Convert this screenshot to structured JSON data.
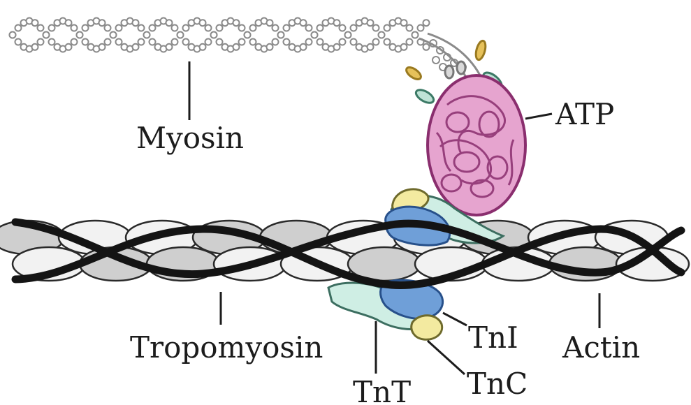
{
  "labels": {
    "myosin": "Myosin",
    "atp": "ATP",
    "tropomyosin": "Tropomyosin",
    "tnt": "TnT",
    "tni": "TnI",
    "tnc": "TnC",
    "actin": "Actin"
  },
  "colors": {
    "background": "#ffffff",
    "strand": "#141414",
    "myosin_beads": "#8a8a8a",
    "actin_fill": "#f2f2f2",
    "actin_shade": "#cfcfcf",
    "myosin_head": "#e6a4cf",
    "myosin_head_line": "#8a2e6e",
    "troponin_blue": "#6f9fd8",
    "troponin_yellow": "#f3eaa0",
    "troponin_teal": "#cfeee4",
    "atp_gold": "#e6c15a",
    "atp_teal": "#bfe3d6"
  }
}
